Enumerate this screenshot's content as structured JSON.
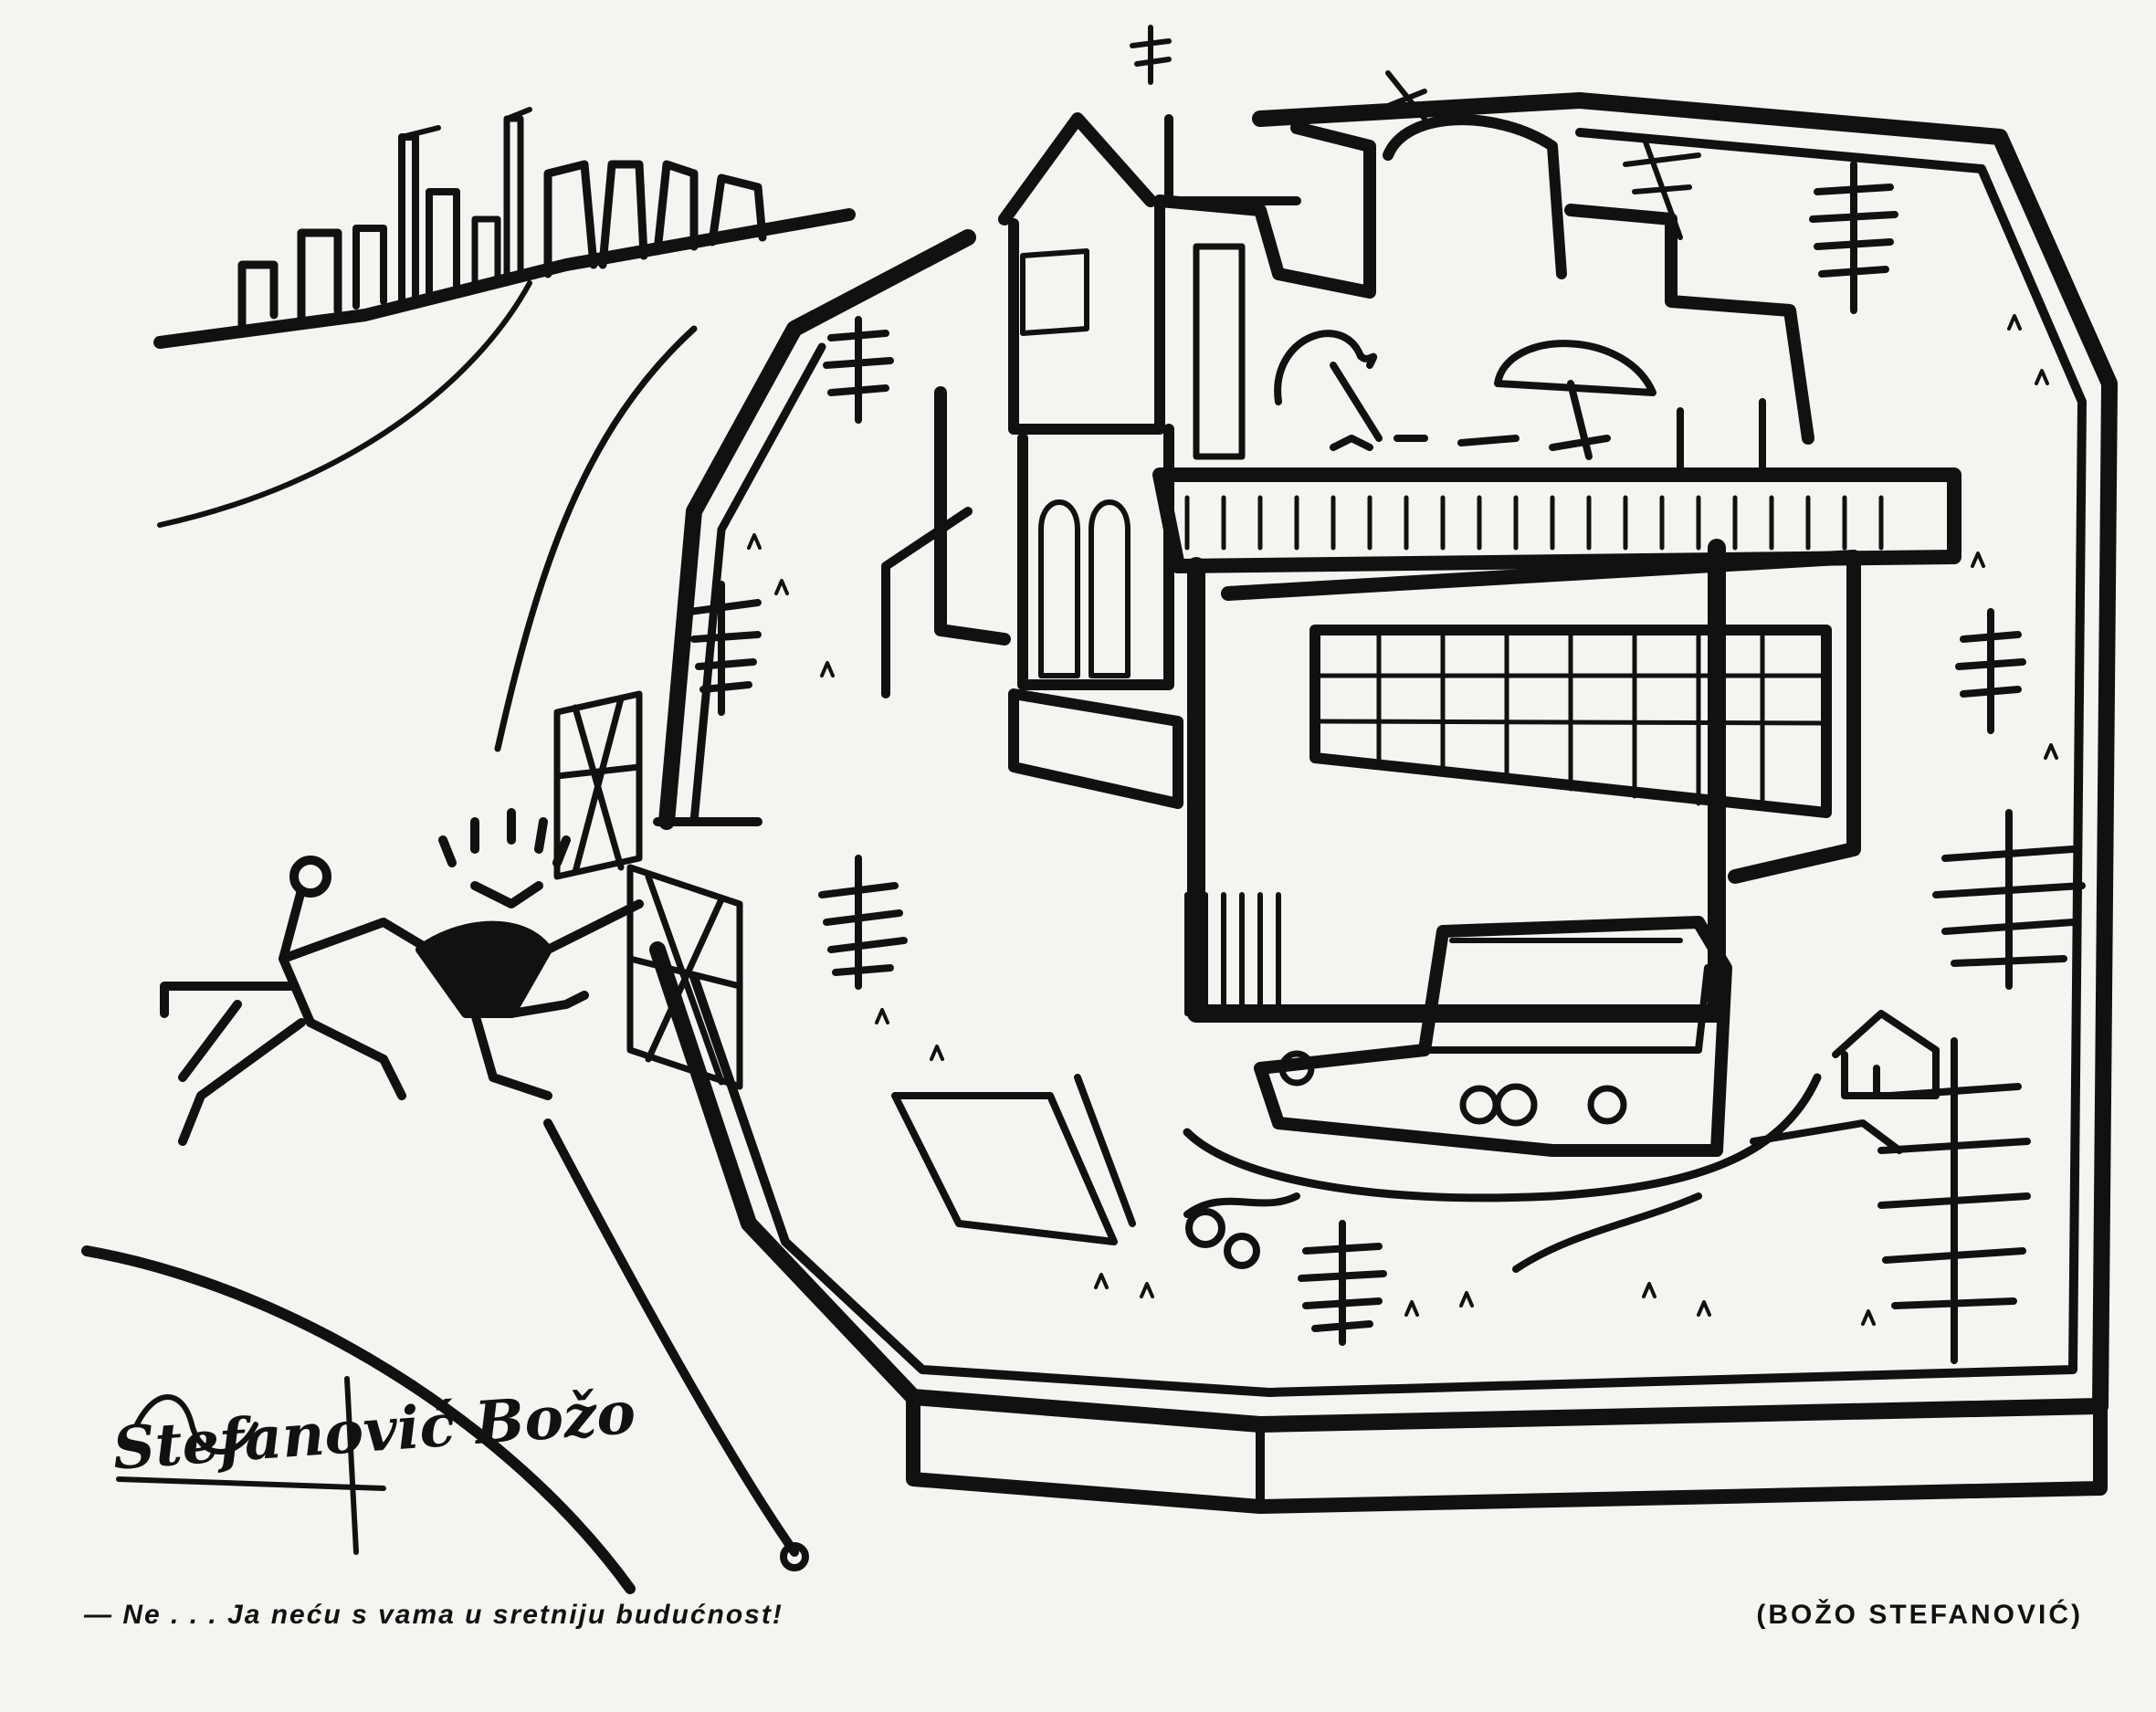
{
  "caption": "— Ne . . . Ja neću s vama u sretniju budućnost!",
  "credit": "(BOŽO STEFANOVIĆ)",
  "signature": "Stefanović Božo",
  "colors": {
    "ink": "#111111",
    "paper": "#f4f4f1"
  }
}
